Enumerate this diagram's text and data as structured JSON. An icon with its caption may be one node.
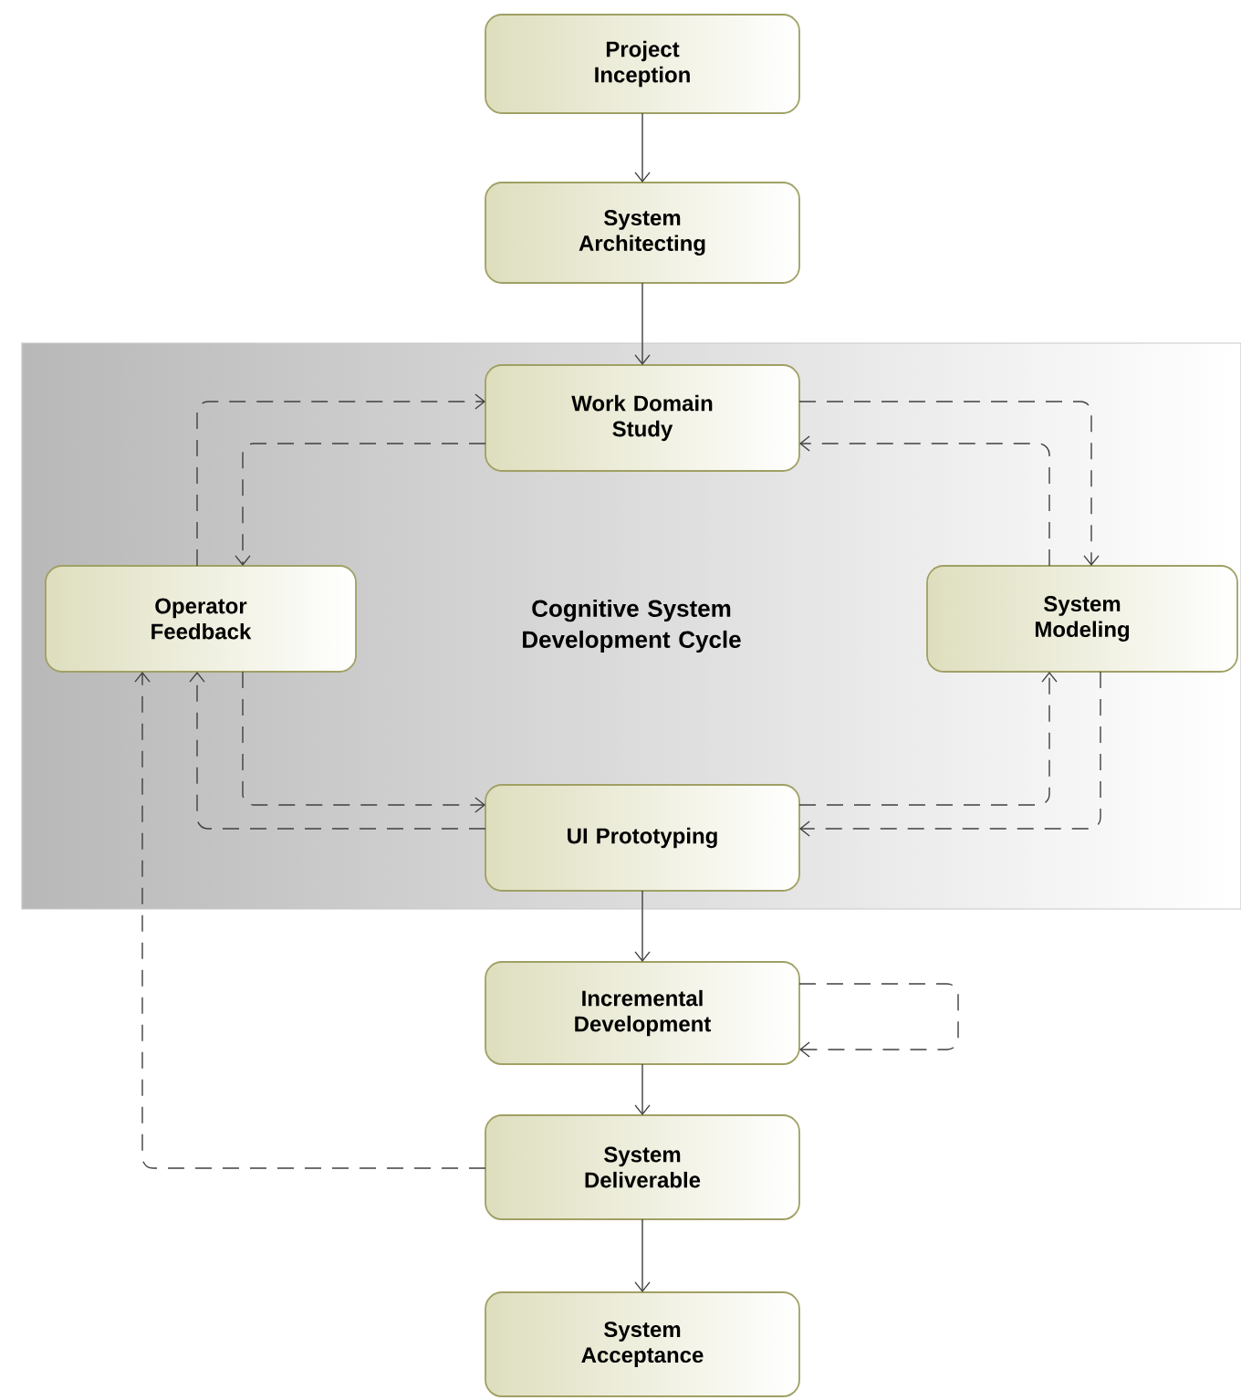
{
  "diagram": {
    "nodes": [
      {
        "text": [
          "Project Inception"
        ]
      },
      {
        "text": [
          "System Architecting"
        ]
      },
      {
        "text": [
          "Cognitive System Development Cycle"
        ]
      },
      {
        "text": [
          "Work Domain Study"
        ],
        "in": 2
      },
      {
        "text": [
          "Operator Feedback"
        ],
        "in": 2
      },
      {
        "text": [
          "System Modeling"
        ],
        "in": 2
      },
      {
        "text": [
          "UI Prototyping"
        ],
        "in": 2
      },
      {
        "text": [
          "Incremental Development"
        ]
      },
      {
        "text": [
          "System Deliverable"
        ]
      },
      {
        "text": [
          "System Acceptance"
        ]
      }
    ],
    "edges": [
      {
        "from": 0,
        "to": 1,
        "arrow": "to"
      },
      {
        "from": 1,
        "to": 3,
        "arrow": "to"
      },
      {
        "from": 4,
        "to": 3,
        "arrow": "to",
        "style": "dashed"
      },
      {
        "from": 3,
        "to": 4,
        "arrow": "to",
        "style": "dashed"
      },
      {
        "from": 3,
        "to": 5,
        "arrow": "to",
        "style": "dashed"
      },
      {
        "from": 5,
        "to": 3,
        "arrow": "to",
        "style": "dashed"
      },
      {
        "from": 6,
        "to": 5,
        "arrow": "to",
        "style": "dashed"
      },
      {
        "from": 5,
        "to": 6,
        "arrow": "to",
        "style": "dashed"
      },
      {
        "from": 4,
        "to": 6,
        "arrow": "to",
        "style": "dashed"
      },
      {
        "from": 6,
        "to": 4,
        "arrow": "to",
        "style": "dashed"
      },
      {
        "from": 6,
        "to": 7,
        "arrow": "to"
      },
      {
        "from": 7,
        "to": 7,
        "arrow": "to",
        "style": "dashed"
      },
      {
        "from": 7,
        "to": 8,
        "arrow": "to"
      },
      {
        "from": 8,
        "to": 4,
        "arrow": "to",
        "style": "dashed"
      },
      {
        "from": 8,
        "to": 9,
        "arrow": "to"
      }
    ]
  }
}
